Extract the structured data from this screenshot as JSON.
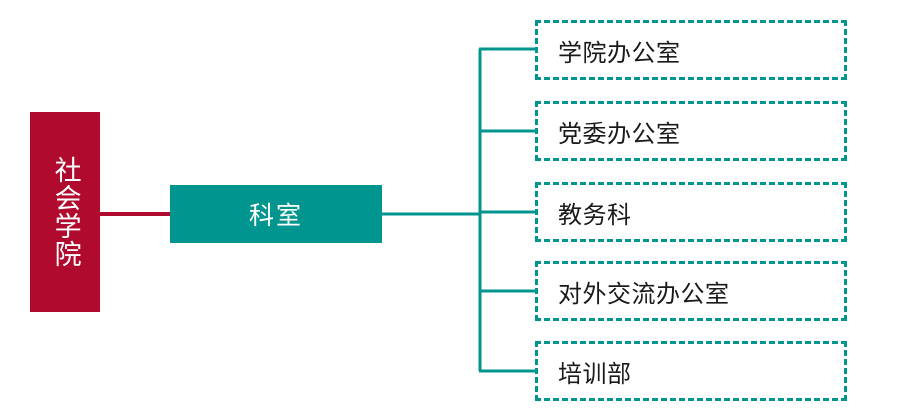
{
  "diagram": {
    "type": "organization-chart",
    "orientation": "left-to-right",
    "background_color": "#ffffff",
    "root": {
      "label": "社会学院",
      "text_orientation": "vertical",
      "fill_color": "#b00b2e",
      "text_color": "#ffffff"
    },
    "mid": {
      "label": "科室",
      "fill_color": "#00968f",
      "text_color": "#ffffff"
    },
    "leaves": [
      {
        "label": "学院办公室",
        "border_color": "#00968f",
        "border_style": "dashed",
        "text_color": "#1a1a1a"
      },
      {
        "label": "党委办公室",
        "border_color": "#00968f",
        "border_style": "dashed",
        "text_color": "#1a1a1a"
      },
      {
        "label": "教务科",
        "border_color": "#00968f",
        "border_style": "dashed",
        "text_color": "#1a1a1a"
      },
      {
        "label": "对外交流办公室",
        "border_color": "#00968f",
        "border_style": "dashed",
        "text_color": "#1a1a1a"
      },
      {
        "label": "培训部",
        "border_color": "#00968f",
        "border_style": "dashed",
        "text_color": "#1a1a1a"
      }
    ],
    "connectors": {
      "root_to_mid_color": "#b00b2e",
      "mid_to_leaves_color": "#00968f"
    }
  }
}
